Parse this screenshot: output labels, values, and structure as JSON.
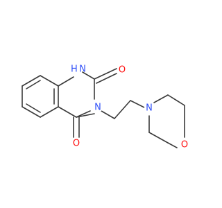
{
  "atoms": {
    "nh": "H N",
    "o_top": "O",
    "n_ring": "N",
    "o_bottom": "O",
    "n_morpholine": "N",
    "o_morpholine": "O"
  },
  "colors": {
    "bond": "#3a3a3a",
    "nitrogen": "#3050f8",
    "oxygen": "#ff0d0d",
    "background": "#ffffff"
  }
}
